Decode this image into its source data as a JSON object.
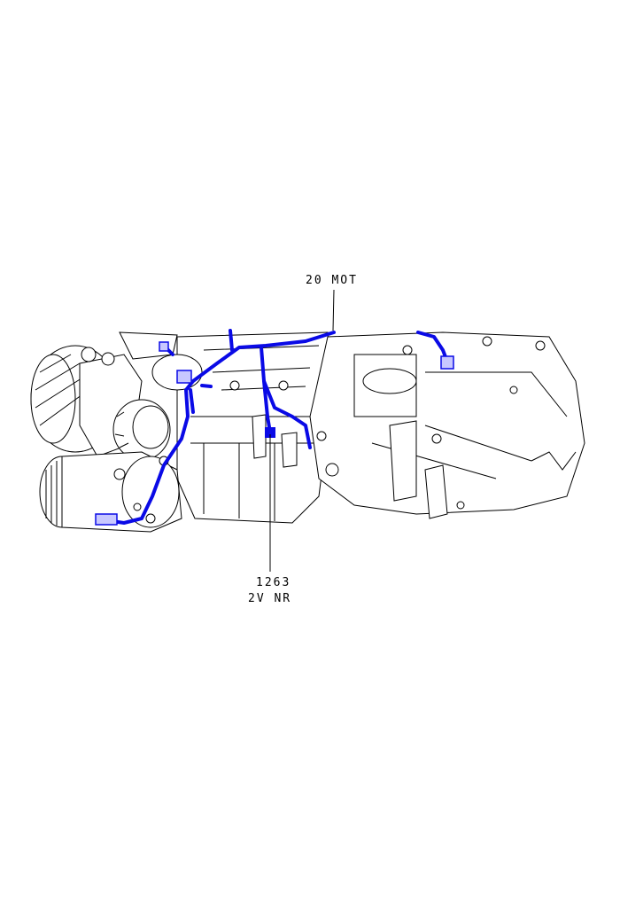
{
  "callouts": {
    "engine_harness": {
      "code": "20 MOT"
    },
    "connector": {
      "code": "1263",
      "description": "2V NR"
    }
  },
  "colors": {
    "harness": "#0a0ae6",
    "linework": "#000000",
    "background": "#ffffff"
  }
}
